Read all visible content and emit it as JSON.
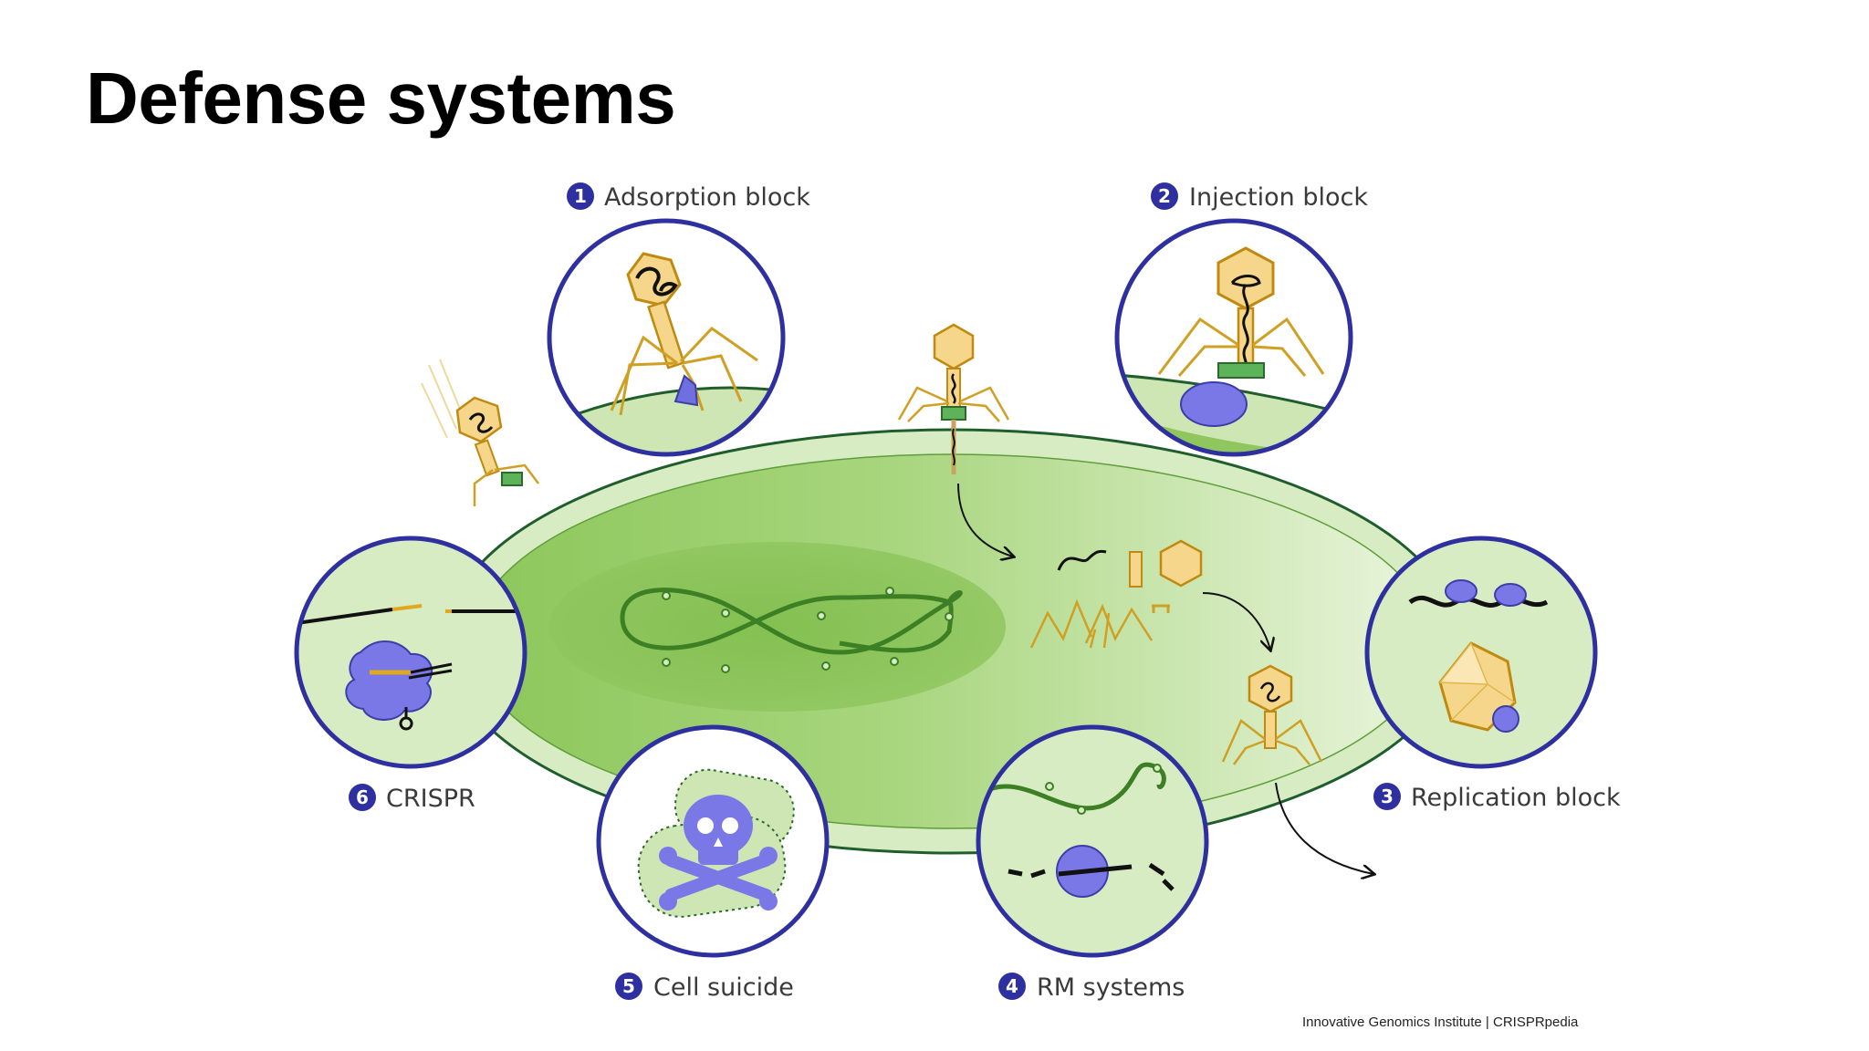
{
  "title": "Defense systems",
  "credit": "Innovative Genomics Institute | CRISPRpedia",
  "colors": {
    "accent": "#2e30a0",
    "phage_gold": "#e0a81c",
    "cell_green": "#7cc04a",
    "enzyme_purple": "#7a78e6"
  },
  "stages": [
    {
      "number": "1",
      "label": "Adsorption block"
    },
    {
      "number": "2",
      "label": "Injection block"
    },
    {
      "number": "3",
      "label": "Replication block"
    },
    {
      "number": "4",
      "label": "RM systems"
    },
    {
      "number": "5",
      "label": "Cell suicide"
    },
    {
      "number": "6",
      "label": "CRISPR"
    }
  ]
}
